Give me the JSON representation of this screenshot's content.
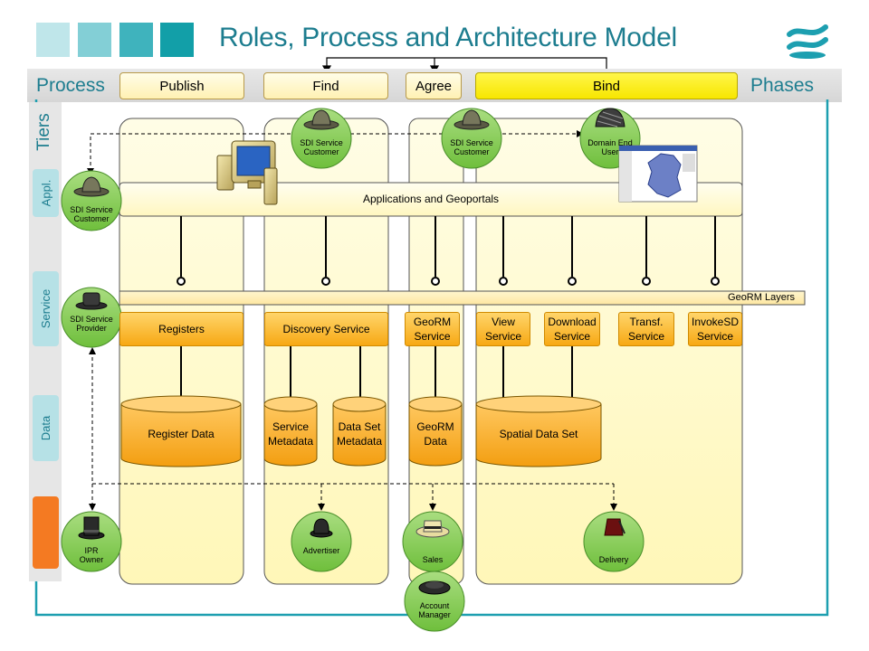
{
  "title": "Roles, Process and Architecture Model",
  "band": {
    "left": "Process",
    "right": "Phases"
  },
  "phases": {
    "publish": "Publish",
    "find": "Find",
    "agree": "Agree",
    "bind": "Bind"
  },
  "tiers": {
    "heading": "Tiers",
    "appl": "Appl.",
    "service": "Service",
    "data": "Data"
  },
  "applications_bar": "Applications and Geoportals",
  "georm_layers": "GeoRM Layers",
  "services": {
    "registers": "Registers",
    "discovery": "Discovery Service",
    "georm": "GeoRM Service",
    "view": "View Service",
    "download": "Download Service",
    "transf": "Transf. Service",
    "invoke": "InvokeSD Service"
  },
  "data_stores": {
    "register_data": "Register Data",
    "service_metadata": "Service Metadata",
    "dataset_metadata": "Data Set Metadata",
    "georm_data": "GeoRM Data",
    "spatial_data": "Spatial Data Set"
  },
  "roles": {
    "sdi_customer_find": "SDI Service Customer",
    "sdi_customer_agree": "SDI Service Customer",
    "domain_end_user": "Domain End User",
    "sdi_customer_appl": "SDI Service Customer",
    "sdi_provider": "SDI Service Provider",
    "ipr_owner": "IPR Owner",
    "advertiser": "Advertiser",
    "sales": "Sales",
    "delivery": "Delivery",
    "account_manager": "Account Manager"
  },
  "colors": {
    "teal": "#1d7d8f",
    "orange": "#f7a814",
    "cream": "#fffbd0",
    "yellow": "#fff200",
    "role_green": "#8ccf5c"
  },
  "icons": {
    "logo": "wave-logo-icon",
    "computer": "desktop-computer-icon",
    "map": "germany-map-screenshot-icon",
    "hat": "hat-icon"
  }
}
